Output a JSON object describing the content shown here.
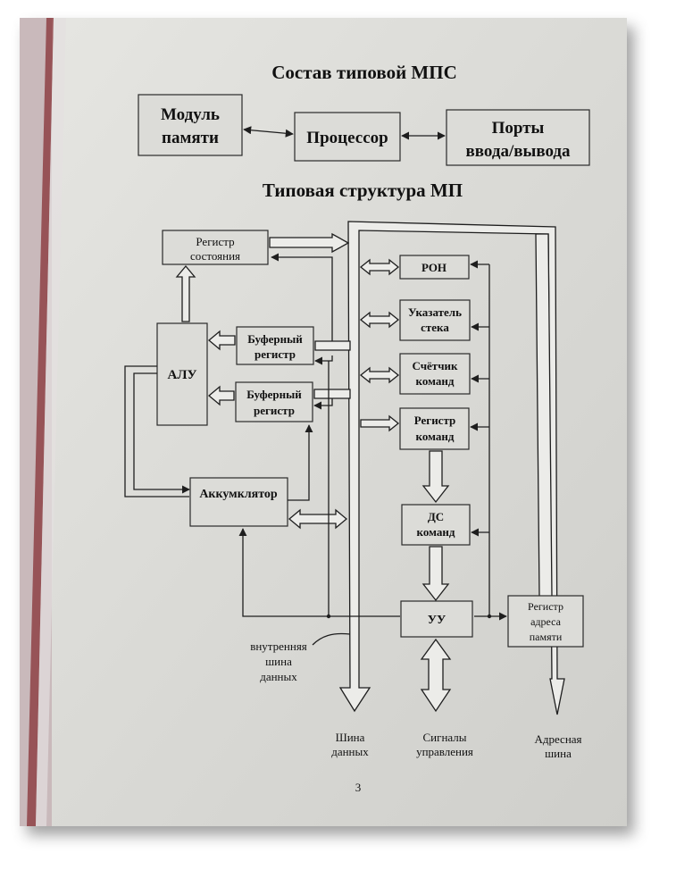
{
  "top_title": "Состав типовой МПС",
  "mps_blocks": {
    "memory": [
      "Модуль",
      "памяти"
    ],
    "processor": "Процессор",
    "ports": [
      "Порты",
      "ввода/вывода"
    ]
  },
  "mp_title": "Типовая структура МП",
  "mp_blocks": {
    "status_register": [
      "Регистр",
      "состояния"
    ],
    "alu": "АЛУ",
    "buffer_register_1": [
      "Буферный",
      "регистр"
    ],
    "buffer_register_2": [
      "Буферный",
      "регистр"
    ],
    "accumulator": "Аккумклятор",
    "ron": "РОН",
    "stack_pointer": [
      "Указатель",
      "стека"
    ],
    "program_counter": [
      "Счётчик",
      "команд"
    ],
    "instruction_register": [
      "Регистр",
      "команд"
    ],
    "decoder": [
      "ДС",
      "команд"
    ],
    "control_unit": "УУ",
    "address_register": [
      "Регистр",
      "адреса",
      "памяти"
    ]
  },
  "labels": {
    "internal_bus": [
      "внутренняя",
      "шина",
      "данных"
    ],
    "data_bus": [
      "Шина",
      "данных"
    ],
    "control_signals": [
      "Сигналы",
      "управления"
    ],
    "address_bus": [
      "Адресная",
      "шина"
    ]
  },
  "page_number": "3",
  "colors": {
    "paper": "#dcdcd8",
    "ink": "#1e1e1e",
    "binder_edge": "#8b3a3f"
  }
}
